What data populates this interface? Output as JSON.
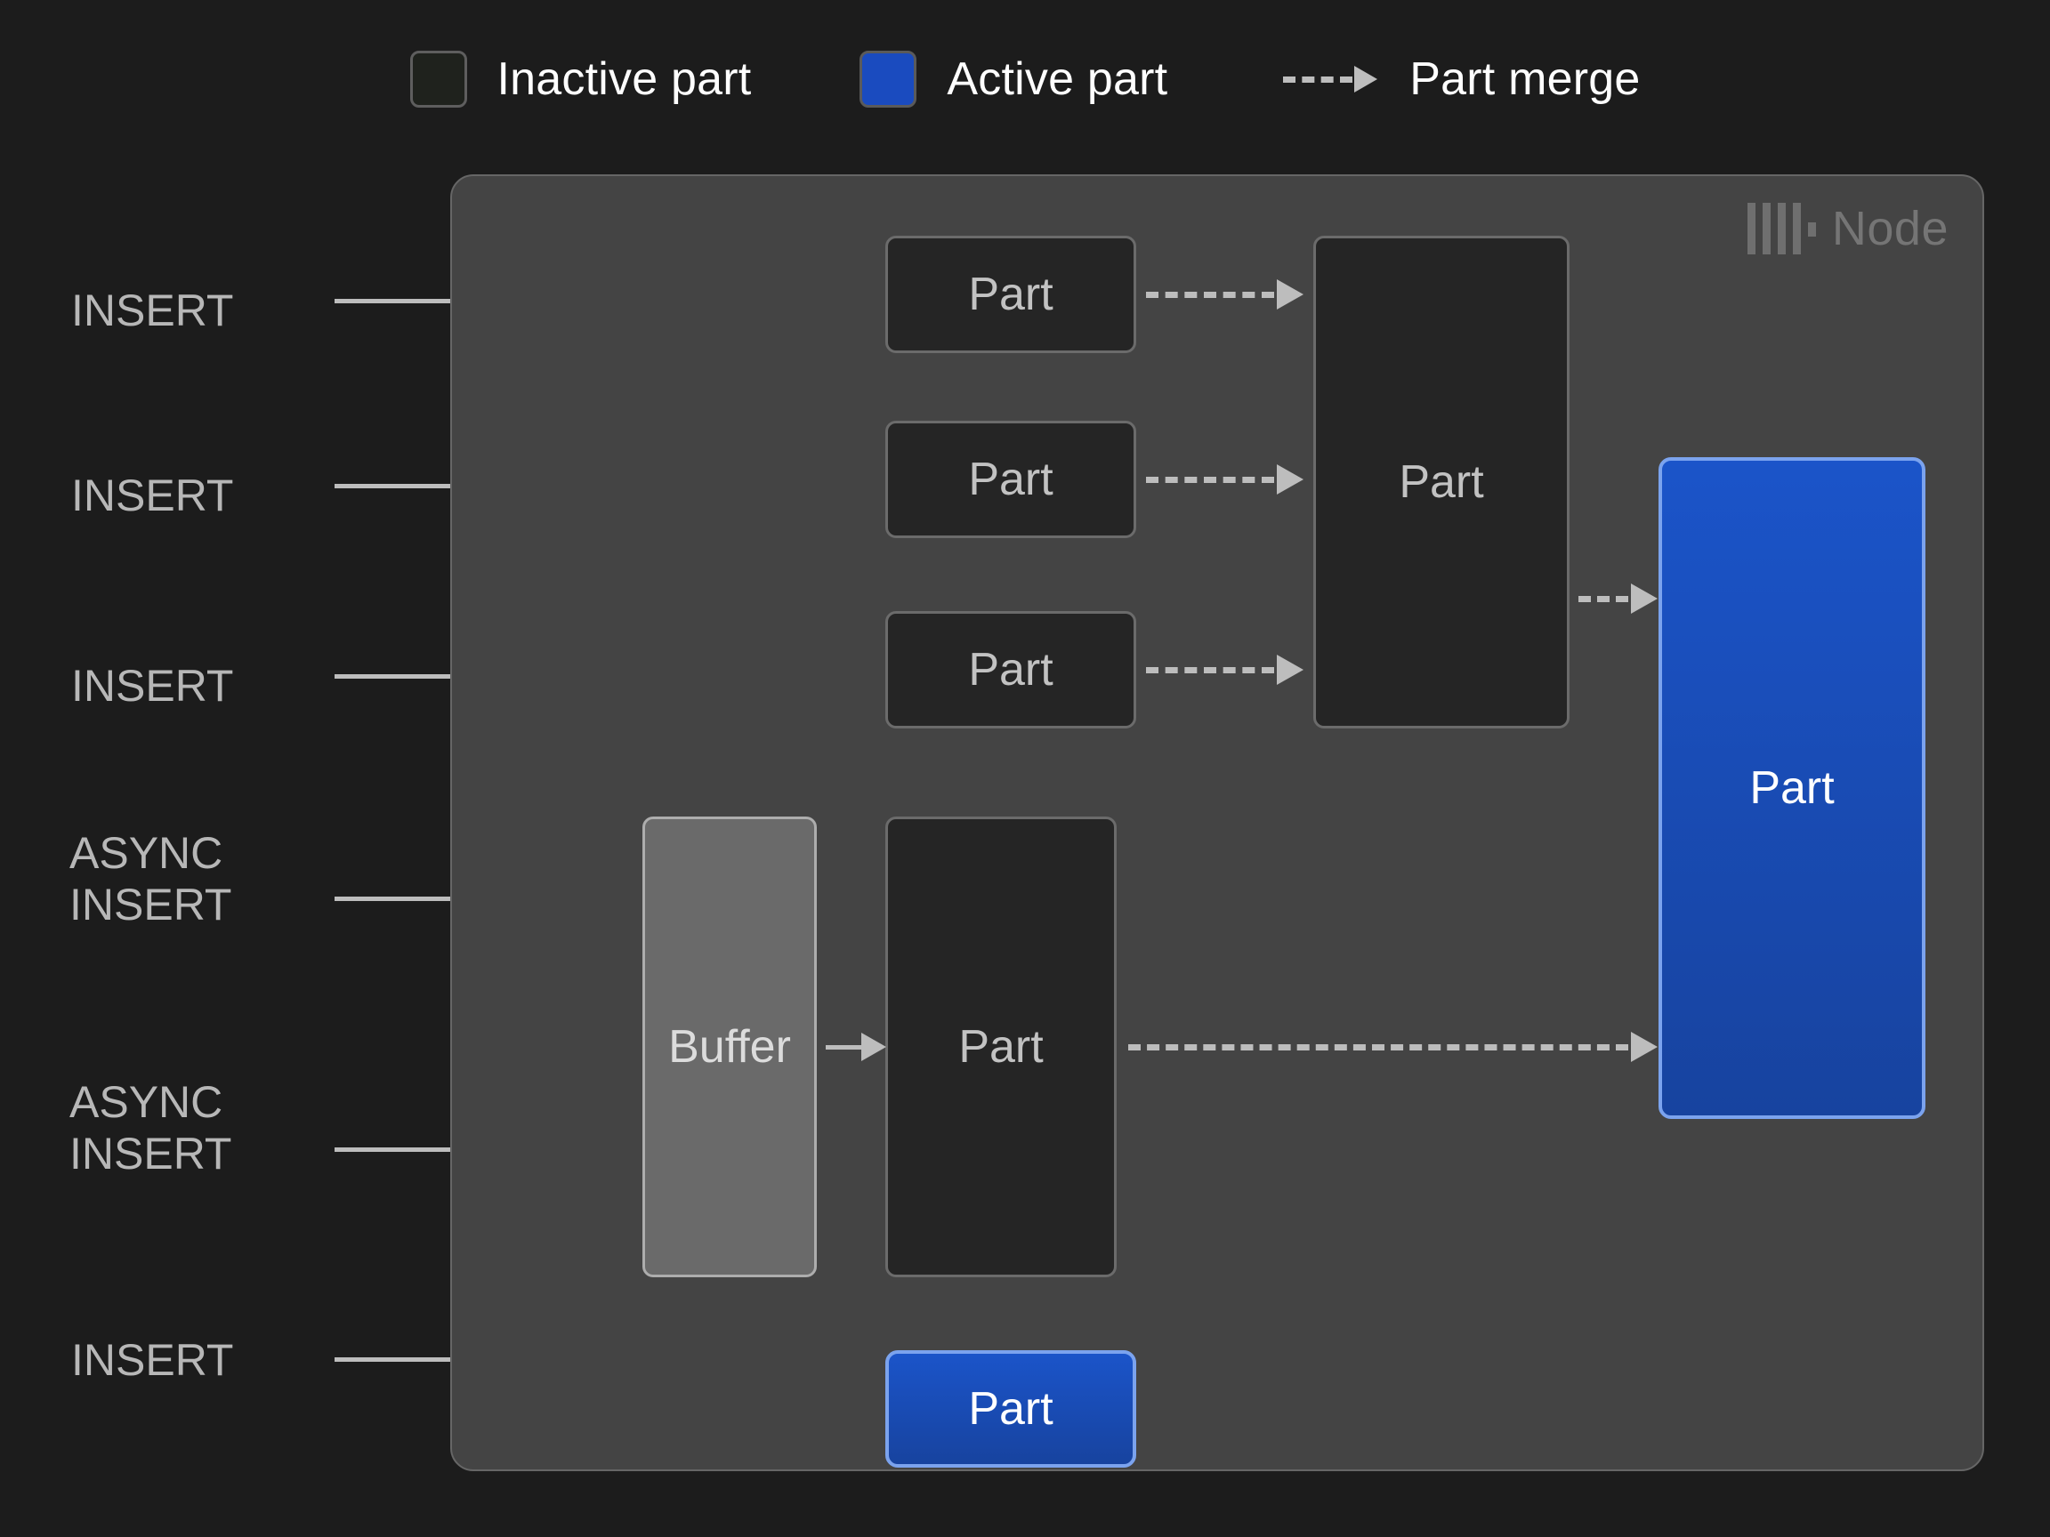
{
  "legend": {
    "items": [
      {
        "id": "inactive-part",
        "label": "Inactive part",
        "swatch": "square",
        "color": "#1f221d",
        "border": "#5e5e5e"
      },
      {
        "id": "active-part",
        "label": "Active part",
        "swatch": "square",
        "color": "#1a4bbf",
        "border": "#5a5a5a"
      },
      {
        "id": "part-merge",
        "label": "Part merge",
        "swatch": "dashed-arrow",
        "color": "#bdbdbd"
      }
    ]
  },
  "node": {
    "badge_label": "Node",
    "logo_icon": "clickhouse-logo-icon",
    "background": "#444444",
    "border": "#666666"
  },
  "sources": [
    {
      "id": "insert-1",
      "label": "INSERT"
    },
    {
      "id": "insert-2",
      "label": "INSERT"
    },
    {
      "id": "insert-3",
      "label": "INSERT"
    },
    {
      "id": "async-insert-1",
      "label": "ASYNC\nINSERT"
    },
    {
      "id": "async-insert-2",
      "label": "ASYNC\nINSERT"
    },
    {
      "id": "insert-4",
      "label": "INSERT"
    }
  ],
  "boxes": {
    "part_1": "Part",
    "part_2": "Part",
    "part_3": "Part",
    "merged_part": "Part",
    "buffer": "Buffer",
    "buffered_part": "Part",
    "final_part": "Part",
    "direct_active_part": "Part"
  },
  "colors": {
    "page_background": "#1c1c1c",
    "container_background": "#444444",
    "inactive_part_fill": "#252525",
    "inactive_part_border": "#6b6b6b",
    "active_part_fill": "#1a4bbf",
    "active_part_border": "#7ba3ee",
    "buffer_fill": "#6a6a6a",
    "buffer_border": "#adadad",
    "arrow": "#bdbdbd",
    "label_text": "#b7b7b7",
    "legend_text": "#ffffff",
    "node_text": "#757575"
  }
}
